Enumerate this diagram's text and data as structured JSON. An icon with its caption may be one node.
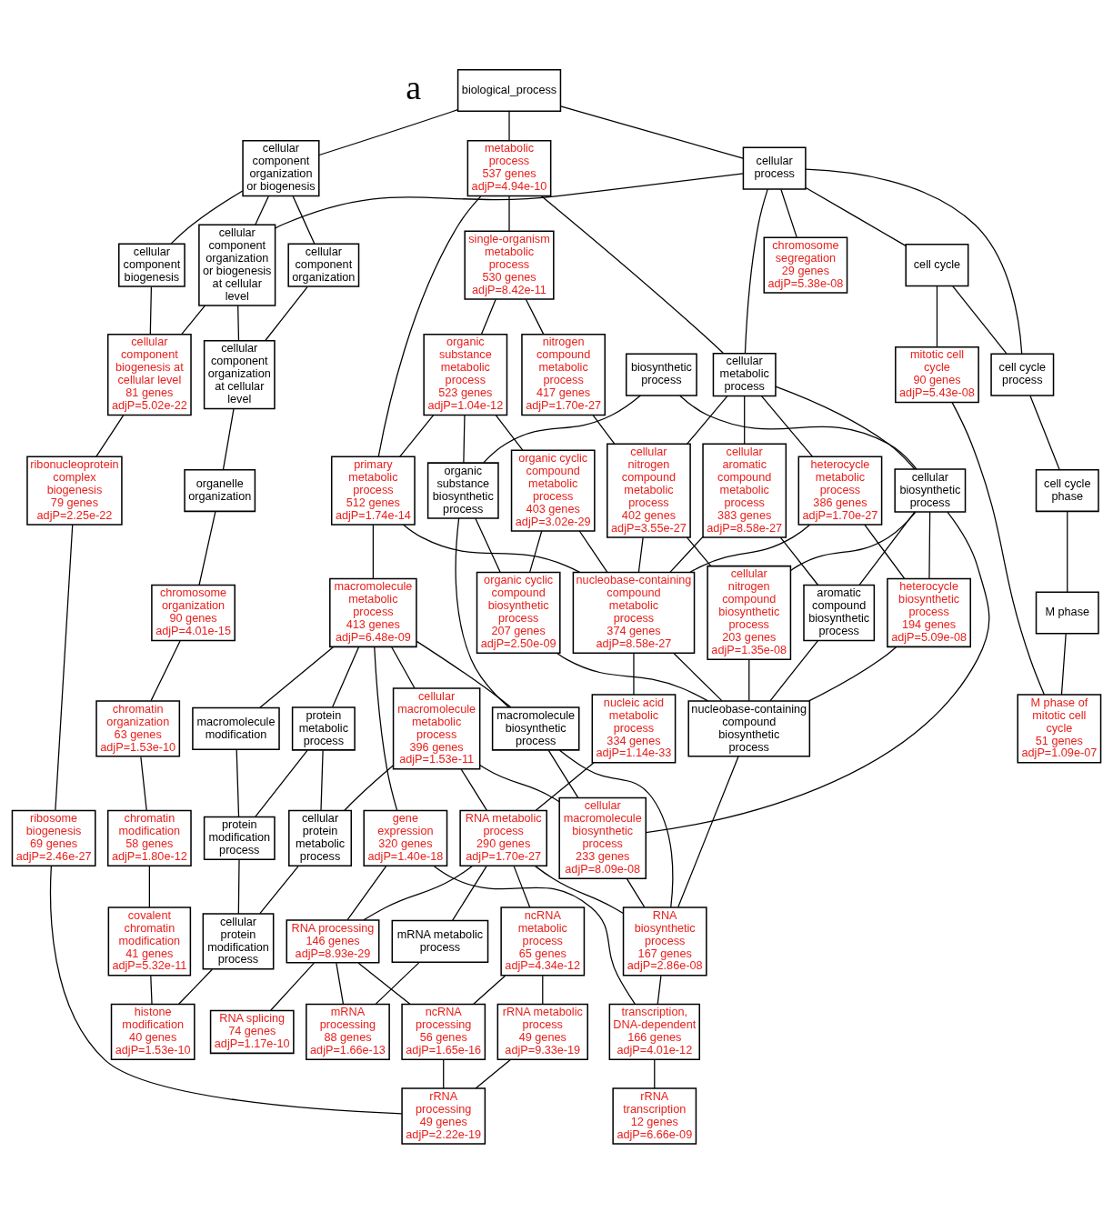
{
  "diagram": {
    "nodes": [
      {
        "text": [
          "biological_process"
        ]
      },
      {
        "text": [
          "cellular component organization or biogenesis"
        ]
      },
      {
        "text": [
          "metabolic process",
          "537 genes",
          "adjP=4.94e-10"
        ]
      },
      {
        "text": [
          "cellular process"
        ]
      },
      {
        "text": [
          "cellular component biogenesis"
        ]
      },
      {
        "text": [
          "cellular component organization"
        ]
      },
      {
        "text": [
          "cellular component organization or biogenesis at cellular level"
        ]
      },
      {
        "text": [
          "single-organism metabolic process",
          "530 genes",
          "adjP=8.42e-11"
        ]
      },
      {
        "text": [
          "chromosome segregation",
          "29 genes",
          "adjP=5.38e-08"
        ]
      },
      {
        "text": [
          "cell cycle"
        ]
      },
      {
        "text": [
          "cellular component biogenesis at cellular level",
          "81 genes",
          "adjP=5.02e-22"
        ]
      },
      {
        "text": [
          "cellular component organization at cellular level"
        ]
      },
      {
        "text": [
          "organic substance metabolic process",
          "523 genes",
          "adjP=1.04e-12"
        ]
      },
      {
        "text": [
          "nitrogen compound metabolic process",
          "417 genes",
          "adjP=1.70e-27"
        ]
      },
      {
        "text": [
          "cellular metabolic process"
        ]
      },
      {
        "text": [
          "biosynthetic process"
        ]
      },
      {
        "text": [
          "cell cycle process"
        ]
      },
      {
        "text": [
          "mitotic cell cycle",
          "90 genes",
          "adjP=5.43e-08"
        ]
      },
      {
        "text": [
          "ribonucleoprotein complex biogenesis",
          "79 genes",
          "adjP=2.25e-22"
        ]
      },
      {
        "text": [
          "organelle organization"
        ]
      },
      {
        "text": [
          "primary metabolic process",
          "512 genes",
          "adjP=1.74e-14"
        ]
      },
      {
        "text": [
          "organic substance biosynthetic process"
        ]
      },
      {
        "text": [
          "organic cyclic compound metabolic process",
          "403 genes",
          "adjP=3.02e-29"
        ]
      },
      {
        "text": [
          "cellular nitrogen compound metabolic process",
          "402 genes",
          "adjP=3.55e-27"
        ]
      },
      {
        "text": [
          "heterocycle metabolic process",
          "386 genes",
          "adjP=1.70e-27"
        ]
      },
      {
        "text": [
          "cellular aromatic compound metabolic process",
          "383 genes",
          "adjP=8.58e-27"
        ]
      },
      {
        "text": [
          "cellular biosynthetic process"
        ]
      },
      {
        "text": [
          "cell cycle phase"
        ]
      },
      {
        "text": [
          "chromosome organization",
          "90 genes",
          "adjP=4.01e-15"
        ]
      },
      {
        "text": [
          "macromolecule metabolic process",
          "413 genes",
          "adjP=6.48e-09"
        ]
      },
      {
        "text": [
          "organic cyclic compound biosynthetic process",
          "207 genes",
          "adjP=2.50e-09"
        ]
      },
      {
        "text": [
          "nucleobase-containing compound metabolic process",
          "374 genes",
          "adjP=8.58e-27"
        ]
      },
      {
        "text": [
          "cellular nitrogen compound biosynthetic process",
          "203 genes",
          "adjP=1.35e-08"
        ]
      },
      {
        "text": [
          "heterocycle biosynthetic process",
          "194 genes",
          "adjP=5.09e-08"
        ]
      },
      {
        "text": [
          "aromatic compound biosynthetic process"
        ]
      },
      {
        "text": [
          "M phase"
        ]
      },
      {
        "text": [
          "chromatin organization",
          "63 genes",
          "adjP=1.53e-10"
        ]
      },
      {
        "text": [
          "protein metabolic process"
        ]
      },
      {
        "text": [
          "macromolecule modification"
        ]
      },
      {
        "text": [
          "cellular macromolecule metabolic process",
          "396 genes",
          "adjP=1.53e-11"
        ]
      },
      {
        "text": [
          "nucleic acid metabolic process",
          "334 genes",
          "adjP=1.14e-33"
        ]
      },
      {
        "text": [
          "macromolecule biosynthetic process"
        ]
      },
      {
        "text": [
          "nucleobase-containing compound biosynthetic process"
        ]
      },
      {
        "text": [
          "M phase of mitotic cell cycle",
          "51 genes",
          "adjP=1.09e-07"
        ]
      },
      {
        "text": [
          "ribosome biogenesis",
          "69 genes",
          "adjP=2.46e-27"
        ]
      },
      {
        "text": [
          "chromatin modification",
          "58 genes",
          "adjP=1.80e-12"
        ]
      },
      {
        "text": [
          "protein modification process"
        ]
      },
      {
        "text": [
          "cellular protein metabolic process"
        ]
      },
      {
        "text": [
          "gene expression",
          "320 genes",
          "adjP=1.40e-18"
        ]
      },
      {
        "text": [
          "RNA metabolic process",
          "290 genes",
          "adjP=1.70e-27"
        ]
      },
      {
        "text": [
          "cellular macromolecule biosynthetic process",
          "233 genes",
          "adjP=8.09e-08"
        ]
      },
      {
        "text": [
          "covalent chromatin modification",
          "41 genes",
          "adjP=5.32e-11"
        ]
      },
      {
        "text": [
          "cellular protein modification process"
        ]
      },
      {
        "text": [
          "RNA processing",
          "146 genes",
          "adjP=8.93e-29"
        ]
      },
      {
        "text": [
          "mRNA metabolic process"
        ]
      },
      {
        "text": [
          "ncRNA metabolic process",
          "65 genes",
          "adjP=4.34e-12"
        ]
      },
      {
        "text": [
          "RNA biosynthetic process",
          "167 genes",
          "adjP=2.86e-08"
        ]
      },
      {
        "text": [
          "histone modification",
          "40 genes",
          "adjP=1.53e-10"
        ]
      },
      {
        "text": [
          "RNA splicing",
          "74 genes",
          "adjP=1.17e-10"
        ]
      },
      {
        "text": [
          "mRNA processing",
          "88 genes",
          "adjP=1.66e-13"
        ]
      },
      {
        "text": [
          "ncRNA processing",
          "56 genes",
          "adjP=1.65e-16"
        ]
      },
      {
        "text": [
          "rRNA metabolic process",
          "49 genes",
          "adjP=9.33e-19"
        ]
      },
      {
        "text": [
          "transcription, DNA-dependent",
          "166 genes",
          "adjP=4.01e-12"
        ]
      },
      {
        "text": [
          "rRNA processing",
          "49 genes",
          "adjP=2.22e-19"
        ]
      },
      {
        "text": [
          "rRNA transcription",
          "12 genes",
          "adjP=6.66e-09"
        ]
      }
    ],
    "edges": [
      {
        "from": 0,
        "to": 1,
        "arrow": "none"
      },
      {
        "from": 0,
        "to": 2,
        "arrow": "none"
      },
      {
        "from": 0,
        "to": 3,
        "arrow": "none"
      },
      {
        "from": 1,
        "to": 4,
        "arrow": "none"
      },
      {
        "from": 1,
        "to": 5,
        "arrow": "none"
      },
      {
        "from": 1,
        "to": 6,
        "arrow": "none"
      },
      {
        "from": 3,
        "to": 6,
        "arrow": "none"
      },
      {
        "from": 2,
        "to": 7,
        "arrow": "none"
      },
      {
        "from": 2,
        "to": 20,
        "arrow": "none"
      },
      {
        "from": 2,
        "to": 14,
        "arrow": "none"
      },
      {
        "from": 3,
        "to": 8,
        "arrow": "none"
      },
      {
        "from": 3,
        "to": 9,
        "arrow": "none"
      },
      {
        "from": 3,
        "to": 16,
        "arrow": "none"
      },
      {
        "from": 3,
        "to": 14,
        "arrow": "none"
      },
      {
        "from": 4,
        "to": 10,
        "arrow": "none"
      },
      {
        "from": 6,
        "to": 10,
        "arrow": "none"
      },
      {
        "from": 5,
        "to": 11,
        "arrow": "none"
      },
      {
        "from": 6,
        "to": 11,
        "arrow": "none"
      },
      {
        "from": 7,
        "to": 12,
        "arrow": "none"
      },
      {
        "from": 7,
        "to": 13,
        "arrow": "none"
      },
      {
        "from": 9,
        "to": 16,
        "arrow": "none"
      },
      {
        "from": 9,
        "to": 17,
        "arrow": "none"
      },
      {
        "from": 10,
        "to": 18,
        "arrow": "none"
      },
      {
        "from": 11,
        "to": 19,
        "arrow": "none"
      },
      {
        "from": 12,
        "to": 20,
        "arrow": "none"
      },
      {
        "from": 12,
        "to": 21,
        "arrow": "none"
      },
      {
        "from": 12,
        "to": 22,
        "arrow": "none"
      },
      {
        "from": 13,
        "to": 23,
        "arrow": "none"
      },
      {
        "from": 14,
        "to": 23,
        "arrow": "none"
      },
      {
        "from": 14,
        "to": 24,
        "arrow": "none"
      },
      {
        "from": 14,
        "to": 25,
        "arrow": "none"
      },
      {
        "from": 14,
        "to": 26,
        "arrow": "none"
      },
      {
        "from": 15,
        "to": 21,
        "arrow": "none"
      },
      {
        "from": 15,
        "to": 26,
        "arrow": "none"
      },
      {
        "from": 16,
        "to": 27,
        "arrow": "none"
      },
      {
        "from": 17,
        "to": 43,
        "arrow": "none"
      },
      {
        "from": 18,
        "to": 44,
        "arrow": "none"
      },
      {
        "from": 19,
        "to": 28,
        "arrow": "none"
      },
      {
        "from": 20,
        "to": 29,
        "arrow": "none"
      },
      {
        "from": 20,
        "to": 31,
        "arrow": "none"
      },
      {
        "from": 21,
        "to": 30,
        "arrow": "none"
      },
      {
        "from": 21,
        "to": 41,
        "arrow": "none"
      },
      {
        "from": 22,
        "to": 30,
        "arrow": "none"
      },
      {
        "from": 22,
        "to": 31,
        "arrow": "none"
      },
      {
        "from": 23,
        "to": 31,
        "arrow": "none"
      },
      {
        "from": 23,
        "to": 32,
        "arrow": "none"
      },
      {
        "from": 24,
        "to": 31,
        "arrow": "none"
      },
      {
        "from": 24,
        "to": 33,
        "arrow": "none"
      },
      {
        "from": 25,
        "to": 31,
        "arrow": "none"
      },
      {
        "from": 25,
        "to": 34,
        "arrow": "none"
      },
      {
        "from": 26,
        "to": 32,
        "arrow": "none"
      },
      {
        "from": 26,
        "to": 33,
        "arrow": "none"
      },
      {
        "from": 26,
        "to": 34,
        "arrow": "none"
      },
      {
        "from": 26,
        "to": 50,
        "arrow": "none"
      },
      {
        "from": 27,
        "to": 35,
        "arrow": "none"
      },
      {
        "from": 28,
        "to": 36,
        "arrow": "none"
      },
      {
        "from": 29,
        "to": 37,
        "arrow": "none"
      },
      {
        "from": 29,
        "to": 38,
        "arrow": "none"
      },
      {
        "from": 29,
        "to": 39,
        "arrow": "none"
      },
      {
        "from": 29,
        "to": 48,
        "arrow": "none"
      },
      {
        "from": 29,
        "to": 41,
        "arrow": "none"
      },
      {
        "from": 31,
        "to": 40,
        "arrow": "none"
      },
      {
        "from": 31,
        "to": 42,
        "arrow": "none"
      },
      {
        "from": 30,
        "to": 42,
        "arrow": "none"
      },
      {
        "from": 32,
        "to": 42,
        "arrow": "none"
      },
      {
        "from": 33,
        "to": 42,
        "arrow": "none"
      },
      {
        "from": 34,
        "to": 42,
        "arrow": "none"
      },
      {
        "from": 35,
        "to": 43,
        "arrow": "none"
      },
      {
        "from": 36,
        "to": 45,
        "arrow": "none"
      },
      {
        "from": 37,
        "to": 46,
        "arrow": "none"
      },
      {
        "from": 37,
        "to": 47,
        "arrow": "none"
      },
      {
        "from": 38,
        "to": 46,
        "arrow": "none"
      },
      {
        "from": 39,
        "to": 47,
        "arrow": "none"
      },
      {
        "from": 39,
        "to": 49,
        "arrow": "none"
      },
      {
        "from": 39,
        "to": 50,
        "arrow": "none"
      },
      {
        "from": 40,
        "to": 49,
        "arrow": "none"
      },
      {
        "from": 41,
        "to": 50,
        "arrow": "none"
      },
      {
        "from": 41,
        "to": 56,
        "arrow": "none"
      },
      {
        "from": 42,
        "to": 56,
        "arrow": "none"
      },
      {
        "from": 44,
        "to": 63,
        "arrow": "none"
      },
      {
        "from": 45,
        "to": 51,
        "arrow": "none"
      },
      {
        "from": 46,
        "to": 52,
        "arrow": "none"
      },
      {
        "from": 47,
        "to": 52,
        "arrow": "none"
      },
      {
        "from": 48,
        "to": 53,
        "arrow": "none"
      },
      {
        "from": 48,
        "to": 62,
        "arrow": "none"
      },
      {
        "from": 49,
        "to": 53,
        "arrow": "none"
      },
      {
        "from": 49,
        "to": 54,
        "arrow": "none"
      },
      {
        "from": 49,
        "to": 55,
        "arrow": "none"
      },
      {
        "from": 49,
        "to": 56,
        "arrow": "none"
      },
      {
        "from": 50,
        "to": 56,
        "arrow": "none"
      },
      {
        "from": 51,
        "to": 57,
        "arrow": "none"
      },
      {
        "from": 52,
        "to": 57,
        "arrow": "none"
      },
      {
        "from": 53,
        "to": 58,
        "arrow": "none"
      },
      {
        "from": 53,
        "to": 59,
        "arrow": "none"
      },
      {
        "from": 53,
        "to": 60,
        "arrow": "none"
      },
      {
        "from": 54,
        "to": 59,
        "arrow": "none"
      },
      {
        "from": 55,
        "to": 60,
        "arrow": "none"
      },
      {
        "from": 55,
        "to": 61,
        "arrow": "none"
      },
      {
        "from": 56,
        "to": 62,
        "arrow": "none"
      },
      {
        "from": 60,
        "to": 63,
        "arrow": "none"
      },
      {
        "from": 61,
        "to": 63,
        "arrow": "none"
      },
      {
        "from": 62,
        "to": 64,
        "arrow": "none"
      }
    ],
    "labels": [
      "a"
    ]
  }
}
